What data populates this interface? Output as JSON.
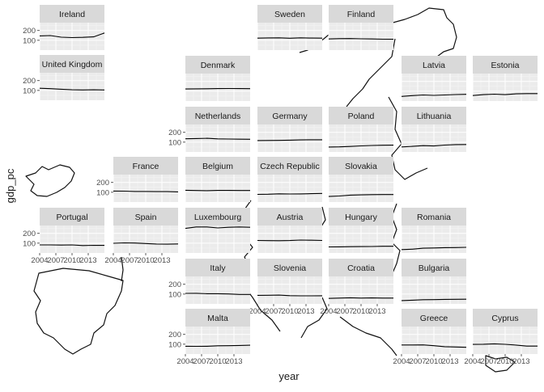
{
  "chart_data": {
    "type": "line",
    "title": "",
    "xlabel": "year",
    "ylabel": "gdp_pc",
    "xlim": [
      2004,
      2016
    ],
    "ylim": [
      0,
      280
    ],
    "x_ticks": [
      2004,
      2007,
      2010,
      2013
    ],
    "y_ticks": [
      100,
      200
    ],
    "grid": true,
    "panels": [
      {
        "country": "Ireland",
        "x": [
          2004,
          2006,
          2008,
          2010,
          2012,
          2014,
          2016
        ],
        "values": [
          145,
          148,
          132,
          128,
          130,
          135,
          175
        ]
      },
      {
        "country": "Sweden",
        "x": [
          2004,
          2006,
          2008,
          2010,
          2012,
          2014,
          2016
        ],
        "values": [
          122,
          124,
          125,
          121,
          125,
          123,
          122
        ]
      },
      {
        "country": "Finland",
        "x": [
          2004,
          2006,
          2008,
          2010,
          2012,
          2014,
          2016
        ],
        "values": [
          114,
          117,
          118,
          115,
          114,
          111,
          110
        ]
      },
      {
        "country": "United Kingdom",
        "x": [
          2004,
          2006,
          2008,
          2010,
          2012,
          2014,
          2016
        ],
        "values": [
          122,
          118,
          112,
          106,
          105,
          106,
          105
        ]
      },
      {
        "country": "Denmark",
        "x": [
          2004,
          2006,
          2008,
          2010,
          2012,
          2014,
          2016
        ],
        "values": [
          123,
          124,
          125,
          127,
          128,
          127,
          126
        ]
      },
      {
        "country": "Latvia",
        "x": [
          2004,
          2006,
          2008,
          2010,
          2012,
          2014,
          2016
        ],
        "values": [
          47,
          55,
          62,
          58,
          62,
          66,
          68
        ]
      },
      {
        "country": "Estonia",
        "x": [
          2004,
          2006,
          2008,
          2010,
          2012,
          2014,
          2016
        ],
        "values": [
          56,
          65,
          70,
          65,
          73,
          76,
          76
        ]
      },
      {
        "country": "Netherlands",
        "x": [
          2004,
          2006,
          2008,
          2010,
          2012,
          2014,
          2016
        ],
        "values": [
          134,
          137,
          139,
          133,
          132,
          130,
          129
        ]
      },
      {
        "country": "Germany",
        "x": [
          2004,
          2006,
          2008,
          2010,
          2012,
          2014,
          2016
        ],
        "values": [
          116,
          117,
          118,
          120,
          123,
          124,
          124
        ]
      },
      {
        "country": "Poland",
        "x": [
          2004,
          2006,
          2008,
          2010,
          2012,
          2014,
          2016
        ],
        "values": [
          50,
          52,
          56,
          62,
          66,
          68,
          69
        ]
      },
      {
        "country": "Lithuania",
        "x": [
          2004,
          2006,
          2008,
          2010,
          2012,
          2014,
          2016
        ],
        "values": [
          51,
          57,
          64,
          61,
          70,
          75,
          76
        ]
      },
      {
        "country": "France",
        "x": [
          2004,
          2006,
          2008,
          2010,
          2012,
          2014,
          2016
        ],
        "values": [
          112,
          111,
          108,
          108,
          106,
          106,
          104
        ]
      },
      {
        "country": "Belgium",
        "x": [
          2004,
          2006,
          2008,
          2010,
          2012,
          2014,
          2016
        ],
        "values": [
          120,
          118,
          116,
          119,
          119,
          118,
          118
        ]
      },
      {
        "country": "Czech Republic",
        "x": [
          2004,
          2006,
          2008,
          2010,
          2012,
          2014,
          2016
        ],
        "values": [
          78,
          80,
          84,
          82,
          83,
          86,
          88
        ]
      },
      {
        "country": "Slovakia",
        "x": [
          2004,
          2006,
          2008,
          2010,
          2012,
          2014,
          2016
        ],
        "values": [
          57,
          62,
          71,
          73,
          76,
          77,
          77
        ]
      },
      {
        "country": "Portugal",
        "x": [
          2004,
          2006,
          2008,
          2010,
          2012,
          2014,
          2016
        ],
        "values": [
          82,
          82,
          81,
          82,
          76,
          78,
          77
        ]
      },
      {
        "country": "Spain",
        "x": [
          2004,
          2006,
          2008,
          2010,
          2012,
          2014,
          2016
        ],
        "values": [
          99,
          103,
          101,
          96,
          91,
          90,
          92
        ]
      },
      {
        "country": "Luxembourg",
        "x": [
          2004,
          2006,
          2008,
          2010,
          2012,
          2014,
          2016
        ],
        "values": [
          250,
          265,
          265,
          255,
          262,
          265,
          262
        ]
      },
      {
        "country": "Austria",
        "x": [
          2004,
          2006,
          2008,
          2010,
          2012,
          2014,
          2016
        ],
        "values": [
          128,
          126,
          125,
          127,
          132,
          130,
          128
        ]
      },
      {
        "country": "Hungary",
        "x": [
          2004,
          2006,
          2008,
          2010,
          2012,
          2014,
          2016
        ],
        "values": [
          62,
          63,
          64,
          65,
          66,
          68,
          68
        ]
      },
      {
        "country": "Romania",
        "x": [
          2004,
          2006,
          2008,
          2010,
          2012,
          2014,
          2016
        ],
        "values": [
          35,
          39,
          49,
          51,
          54,
          55,
          58
        ]
      },
      {
        "country": "Italy",
        "x": [
          2004,
          2006,
          2008,
          2010,
          2012,
          2014,
          2016
        ],
        "values": [
          107,
          108,
          104,
          104,
          101,
          96,
          96
        ]
      },
      {
        "country": "Slovenia",
        "x": [
          2004,
          2006,
          2008,
          2010,
          2012,
          2014,
          2016
        ],
        "values": [
          87,
          88,
          90,
          84,
          82,
          82,
          83
        ]
      },
      {
        "country": "Croatia",
        "x": [
          2004,
          2006,
          2008,
          2010,
          2012,
          2014,
          2016
        ],
        "values": [
          56,
          59,
          63,
          59,
          61,
          59,
          59
        ]
      },
      {
        "country": "Bulgaria",
        "x": [
          2004,
          2006,
          2008,
          2010,
          2012,
          2014,
          2016
        ],
        "values": [
          34,
          38,
          43,
          44,
          46,
          47,
          48
        ]
      },
      {
        "country": "Malta",
        "x": [
          2004,
          2006,
          2008,
          2010,
          2012,
          2014,
          2016
        ],
        "values": [
          79,
          78,
          79,
          84,
          85,
          87,
          90
        ]
      },
      {
        "country": "Greece",
        "x": [
          2004,
          2006,
          2008,
          2010,
          2012,
          2014,
          2016
        ],
        "values": [
          92,
          92,
          93,
          85,
          75,
          72,
          68
        ]
      },
      {
        "country": "Cyprus",
        "x": [
          2004,
          2006,
          2008,
          2010,
          2012,
          2014,
          2016
        ],
        "values": [
          98,
          100,
          104,
          99,
          91,
          81,
          81
        ]
      }
    ]
  }
}
